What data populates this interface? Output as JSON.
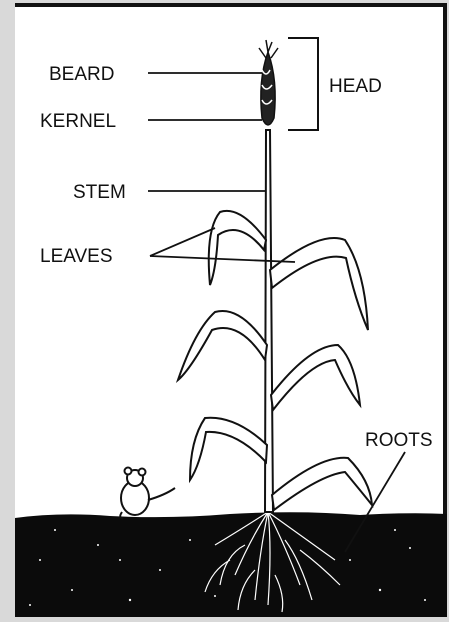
{
  "diagram": {
    "labels": {
      "beard": "BEARD",
      "kernel": "KERNEL",
      "head": "HEAD",
      "stem": "STEM",
      "leaves": "LEAVES",
      "roots": "ROOTS"
    }
  },
  "colors": {
    "ink": "#111111",
    "soil": "#0b0b0b",
    "frame": "#d9d9d9",
    "paper": "#ffffff"
  }
}
